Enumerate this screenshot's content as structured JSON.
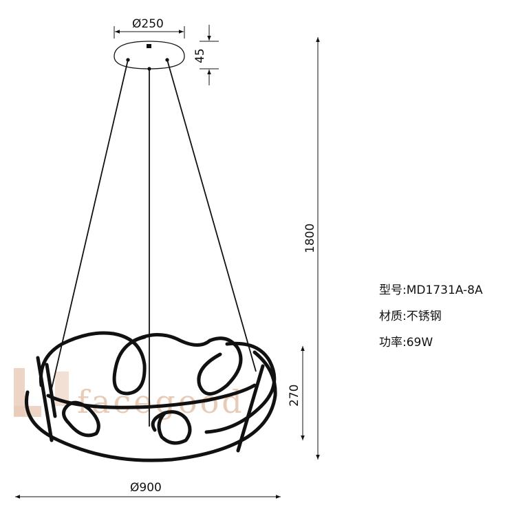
{
  "dimensions": {
    "canopy_diameter": "Ø250",
    "canopy_height": "45",
    "overall_height": "1800",
    "ring_height": "270",
    "ring_diameter": "Ø900"
  },
  "specs": [
    {
      "label": "型号",
      "value": "MD1731A-8A"
    },
    {
      "label": "材质",
      "value": "不锈钢"
    },
    {
      "label": "功率",
      "value": "69W"
    }
  ],
  "watermark": "facegood",
  "colors": {
    "line": "#111111",
    "watermark": "#e7cbb6"
  }
}
